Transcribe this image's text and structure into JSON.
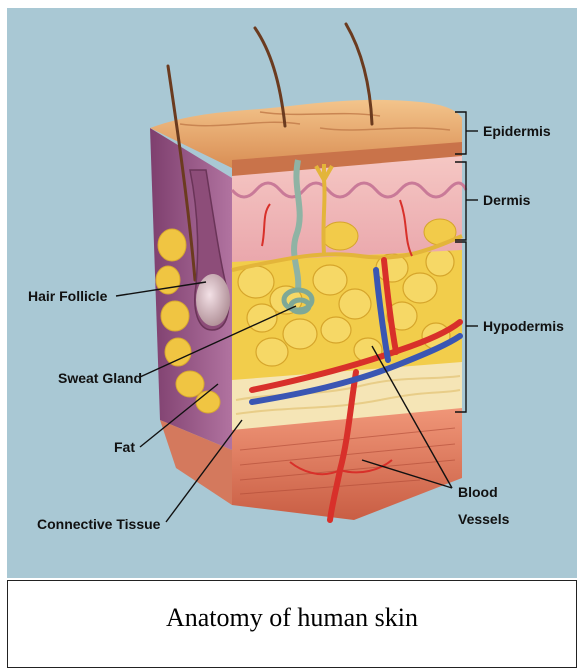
{
  "labels": {
    "epidermis": "Epidermis",
    "dermis": "Dermis",
    "hypodermis": "Hypodermis",
    "hair_follicle": "Hair Follicle",
    "sweat_gland": "Sweat Gland",
    "fat": "Fat",
    "connective_tissue": "Connective Tissue",
    "blood_vessels_line1": "Blood",
    "blood_vessels_line2": "Vessels"
  },
  "caption": "Anatomy of human skin",
  "colors": {
    "background": "#a9c8d4",
    "epidermis_top": "#e4a76a",
    "dermis": "#f1b6b8",
    "hypodermis_fat": "#f3cf4d",
    "connective": "#f4e3b0",
    "muscle": "#e9886f",
    "artery": "#d8302a",
    "vein": "#3a56b3",
    "follicle": "#9c5a86"
  }
}
